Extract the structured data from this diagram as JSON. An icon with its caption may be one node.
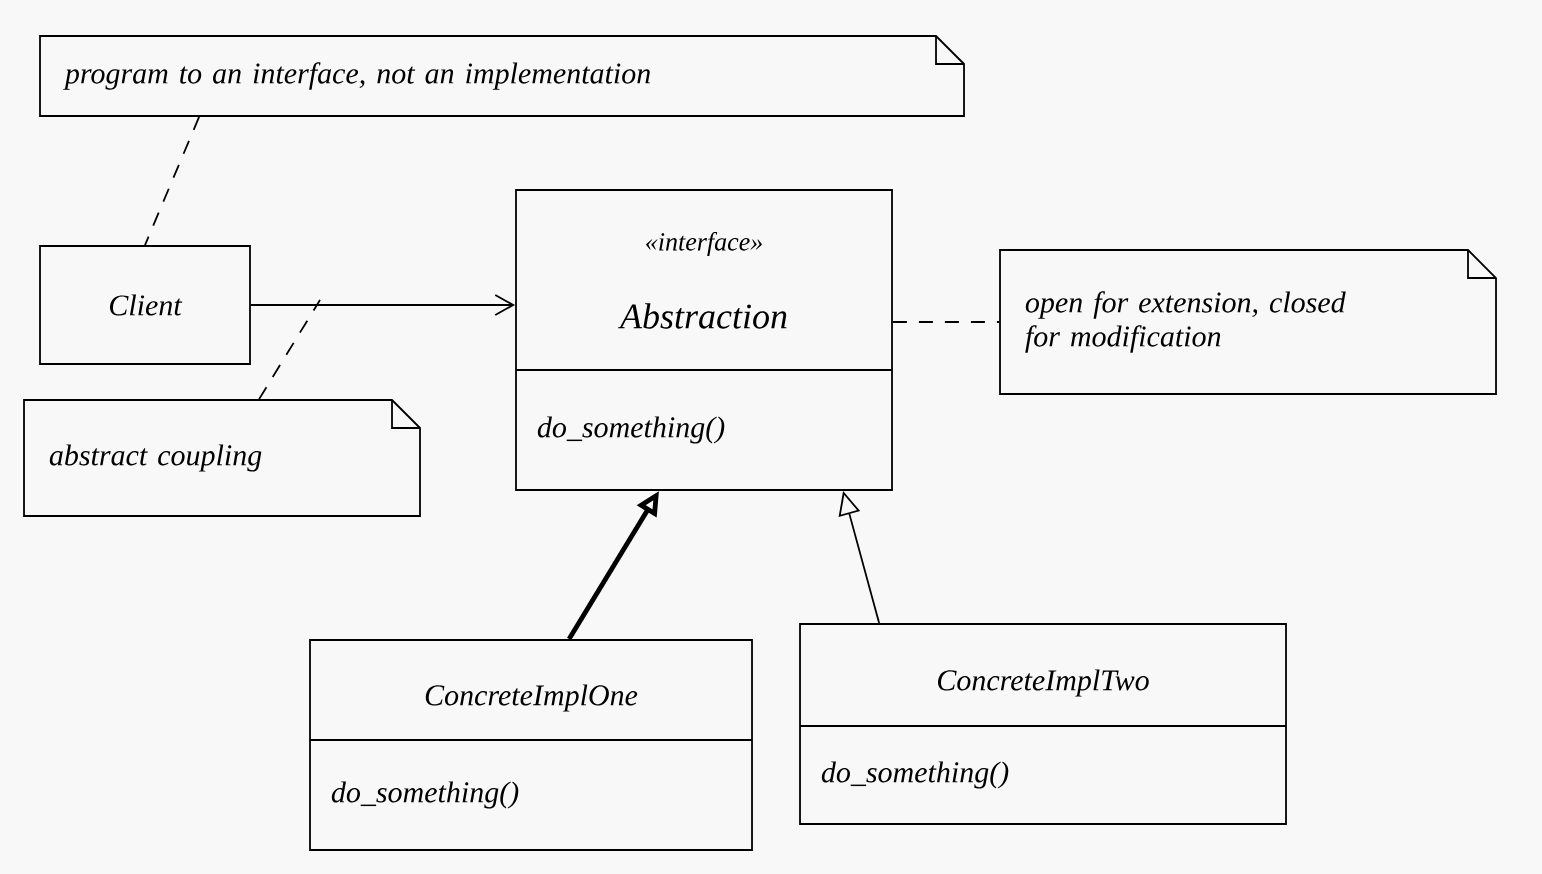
{
  "diagram": {
    "nodes": [
      {
        "text": [
          "program to an interface, not an implementation"
        ]
      },
      {
        "text": [
          "Client"
        ]
      },
      {
        "text": [
          "«interface»",
          "Abstraction",
          "do_something()"
        ]
      },
      {
        "text": [
          "open for extension, closed for modification"
        ]
      },
      {
        "text": [
          "abstract coupling"
        ]
      },
      {
        "text": [
          "ConcreteImplOne",
          "do_something()"
        ]
      },
      {
        "text": [
          "ConcreteImplTwo",
          "do_something()"
        ]
      }
    ],
    "edges": [
      {
        "from": 0,
        "to": 1,
        "arrow": "none",
        "style": "dashed"
      },
      {
        "from": 4,
        "to": null,
        "arrow": "none",
        "style": "dashed"
      },
      {
        "from": 1,
        "to": 2,
        "arrow": "to"
      },
      {
        "from": 2,
        "to": 3,
        "arrow": "none",
        "style": "dashed"
      },
      {
        "from": 5,
        "to": 2,
        "arrow": "to",
        "style": "thick"
      },
      {
        "from": 6,
        "to": 2,
        "arrow": "to"
      }
    ]
  }
}
